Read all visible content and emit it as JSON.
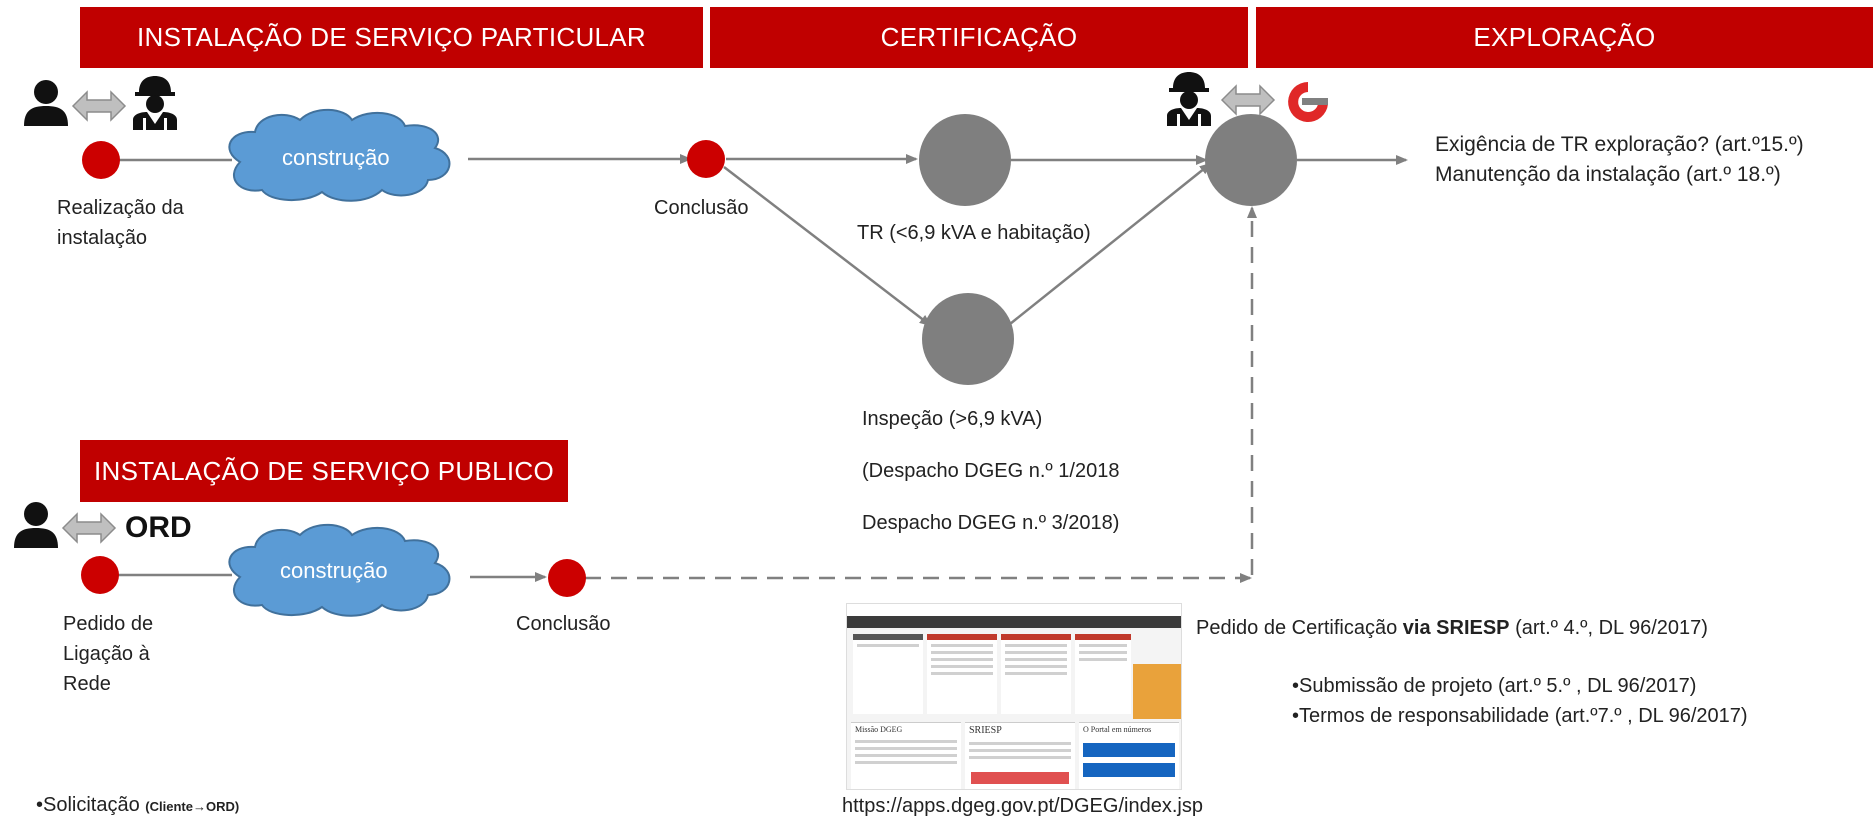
{
  "banners": {
    "particular": "INSTALAÇÃO DE SERVIÇO PARTICULAR",
    "certificacao": "CERTIFICAÇÃO",
    "exploracao": "EXPLORAÇÃO",
    "publico": "INSTALAÇÃO DE SERVIÇO PUBLICO"
  },
  "top_flow": {
    "cloud": "construção",
    "realizacao": [
      "Realização da",
      "instalação"
    ],
    "conclusao": "Conclusão",
    "tr": "TR (<6,9 kVA e habitação)",
    "inspecao": [
      "Inspeção (>6,9 kVA)",
      "(Despacho DGEG n.º 1/2018",
      "Despacho DGEG n.º 3/2018)"
    ],
    "exploracao_notes": [
      "Exigência de TR exploração? (art.º15.º)",
      "Manutenção da instalação (art.º 18.º)"
    ]
  },
  "bottom_flow": {
    "ord": "ORD",
    "cloud": "construção",
    "pedido": [
      "Pedido de",
      "Ligação à",
      "Rede"
    ],
    "conclusao": "Conclusão"
  },
  "sriesp": {
    "pedido_prefix": "Pedido de Certificação ",
    "pedido_bold": "via SRIESP",
    "pedido_suffix": " (art.º 4.º, DL 96/2017)",
    "bullets": [
      "•Submissão de projeto (art.º 5.º , DL 96/2017)",
      "•Termos de responsabilidade (art.º7.º , DL 96/2017)"
    ],
    "url": "https://apps.dgeg.gov.pt/DGEG/index.jsp",
    "thumb_title_left": "Missão DGEG",
    "thumb_title_mid": "SRIESP",
    "thumb_title_right": "O Portal em números"
  },
  "solicitacao": {
    "main": "•Solicitação ",
    "small": "(Cliente→ORD)"
  },
  "colors": {
    "banner": "#c00000",
    "red_node": "#cc0000",
    "grey_node": "#7f7f7f",
    "cloud": "#5b9bd5",
    "arrow": "#808080"
  },
  "icons": [
    "person-icon",
    "double-arrow-icon",
    "worker-icon",
    "dgeg-logo-icon"
  ]
}
